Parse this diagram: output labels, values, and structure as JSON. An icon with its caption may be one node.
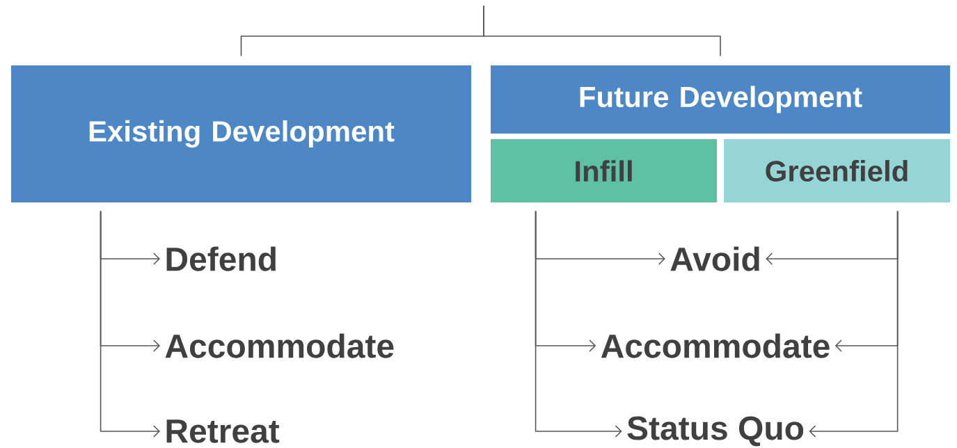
{
  "diagram": {
    "nodes": [
      {
        "text": [
          "Existing Development"
        ]
      },
      {
        "text": [
          "Future Development"
        ]
      },
      {
        "text": [
          "Infill"
        ]
      },
      {
        "text": [
          "Greenfield"
        ]
      },
      {
        "text": [
          "Defend"
        ]
      },
      {
        "text": [
          "Accommodate"
        ]
      },
      {
        "text": [
          "Retreat"
        ]
      },
      {
        "text": [
          "Avoid"
        ]
      },
      {
        "text": [
          "Accommodate"
        ]
      },
      {
        "text": [
          "Status Quo"
        ]
      }
    ],
    "edges": [
      {
        "from": null,
        "to": 0,
        "arrow": "none"
      },
      {
        "from": null,
        "to": 1,
        "arrow": "none"
      },
      {
        "from": 0,
        "to": 4,
        "arrow": "to"
      },
      {
        "from": 0,
        "to": 5,
        "arrow": "to"
      },
      {
        "from": 0,
        "to": 6,
        "arrow": "to"
      },
      {
        "from": 2,
        "to": 7,
        "arrow": "to"
      },
      {
        "from": 2,
        "to": 8,
        "arrow": "to"
      },
      {
        "from": 2,
        "to": 9,
        "arrow": "to"
      },
      {
        "from": 3,
        "to": 7,
        "arrow": "to"
      },
      {
        "from": 3,
        "to": 8,
        "arrow": "to"
      },
      {
        "from": 3,
        "to": 9,
        "arrow": "to"
      }
    ]
  }
}
